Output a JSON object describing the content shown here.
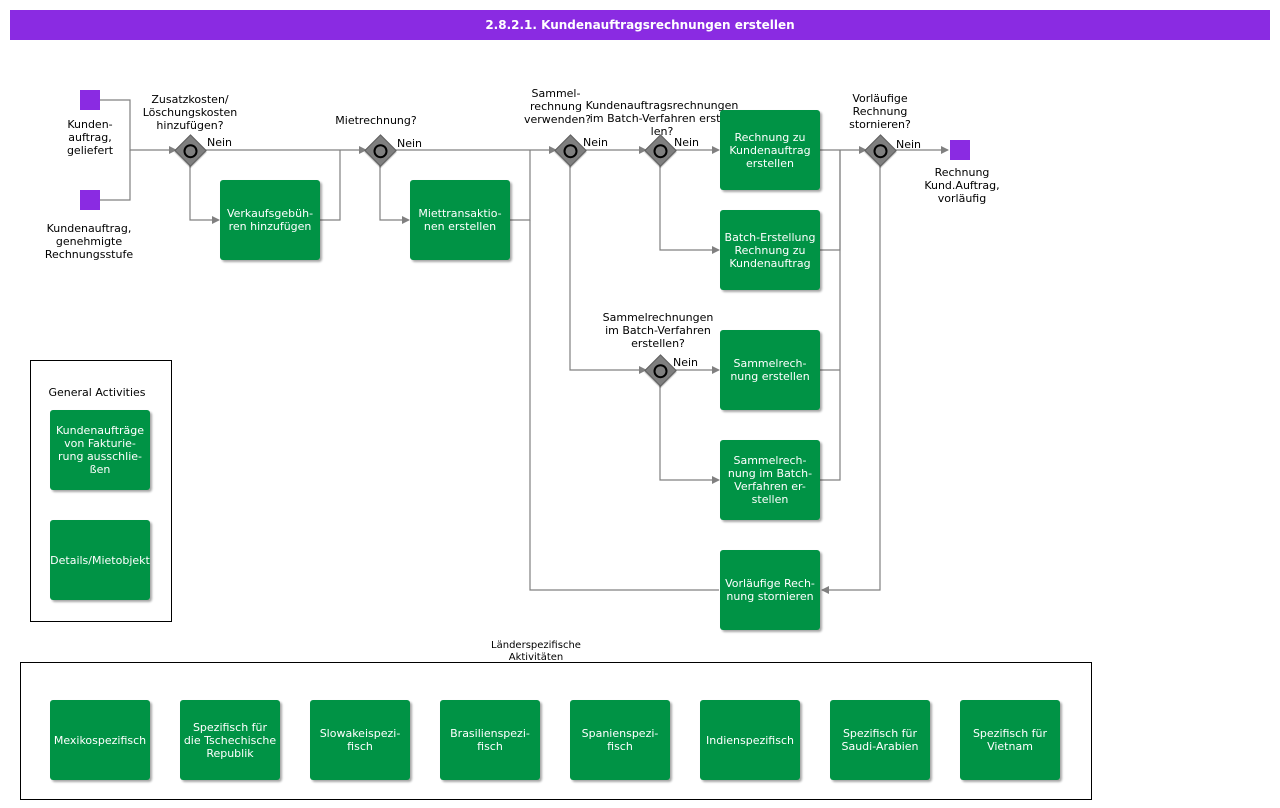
{
  "title": "2.8.2.1. Kundenauftragsrechnungen erstellen",
  "events": {
    "start1": "Kunden-\nauftrag,\ngeliefert",
    "start2": "Kundenauftrag,\ngenehmigte\nRechnungsstufe",
    "end": "Rechnung\nKund.Auftrag,\nvorläufig"
  },
  "gateways": {
    "g1": "Zusatzkosten/\nLöschungskosten\nhinzufügen?",
    "g2": "Mietrechnung?",
    "g3": "Sammel-\nrechnung\nverwenden?",
    "g4": "Kundenauftragsrechnungen\nim Batch-Verfahren erstel-\nlen?",
    "g5": "Sammelrechnungen\nim Batch-Verfahren\nerstellen?",
    "g6": "Vorläufige\nRechnung\nstornieren?"
  },
  "flow_labels": {
    "no": "Nein"
  },
  "tasks": {
    "t_fees": "Verkaufsgebüh-\nren hinzufügen",
    "t_rental": "Miettransaktio-\nnen erstellen",
    "t_invoice": "Rechnung zu\nKundenauftrag\nerstellen",
    "t_batch": "Batch-Erstellung\nRechnung zu\nKundenauftrag",
    "t_summary": "Sammelrech-\nnung erstellen",
    "t_summary_batch": "Sammelrech-\nnung im Batch-\nVerfahren er-\nstellen",
    "t_cancel": "Vorläufige Rech-\nnung stornieren"
  },
  "general": {
    "title": "General Activities",
    "items": [
      "Kundenaufträge\nvon Fakturie-\nrung ausschlie-\nßen",
      "Details/Mietobjekt"
    ]
  },
  "country": {
    "title": "Länderspezifische\nAktivitäten",
    "items": [
      "Mexikospezifisch",
      "Spezifisch für\ndie Tschechische\nRepublik",
      "Slowakeispezi-\nfisch",
      "Brasilienspezi-\nfisch",
      "Spanienspezi-\nfisch",
      "Indienspezifisch",
      "Spezifisch für\nSaudi-Arabien",
      "Spezifisch für\nVietnam"
    ]
  },
  "colors": {
    "header": "#8a2be2",
    "event": "#8a2be2",
    "task": "#009345",
    "gateway": "#7f7f7f"
  }
}
